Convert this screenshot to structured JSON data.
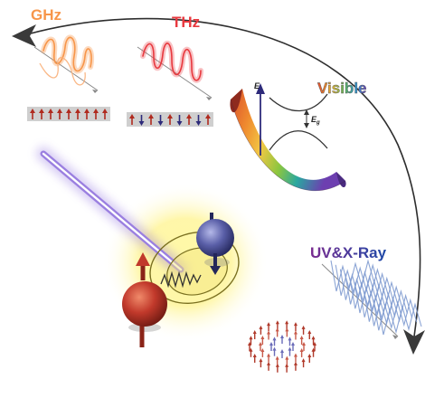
{
  "labels": {
    "ghz": "GHz",
    "thz": "THz",
    "visible": "Visible",
    "uv_xray": "UV&X-Ray",
    "energy_axis": "E",
    "band_gap_symbol": "E",
    "band_gap_sub": "g"
  },
  "colors": {
    "ghz": "#f7964a",
    "thz": "#e8393f",
    "visible_gradient": [
      "#d94b2b",
      "#f2c744",
      "#8cc63f",
      "#2aa7a0",
      "#6d3fb0"
    ],
    "uv_xray_uv": "#6a2c91",
    "uv_xray_xray": "#1e4aa8",
    "uv_wave": "#6f8fc8",
    "arc_arrow": "#333333",
    "laser": "#9a7fe0",
    "spin_up": "#b83a2e",
    "spin_down": "#5a5fa8",
    "glow": "#fff59a"
  },
  "spin_arrays": {
    "ghz": [
      "up",
      "up",
      "up",
      "up",
      "up",
      "up",
      "up",
      "up",
      "up"
    ],
    "thz": [
      "up",
      "down",
      "up",
      "down",
      "up",
      "down",
      "up",
      "down",
      "up"
    ]
  },
  "icons": [
    "double-headed-arrow-icon",
    "energy-axis-arrow-icon",
    "spin-up-arrow-icon",
    "spin-down-arrow-icon"
  ]
}
